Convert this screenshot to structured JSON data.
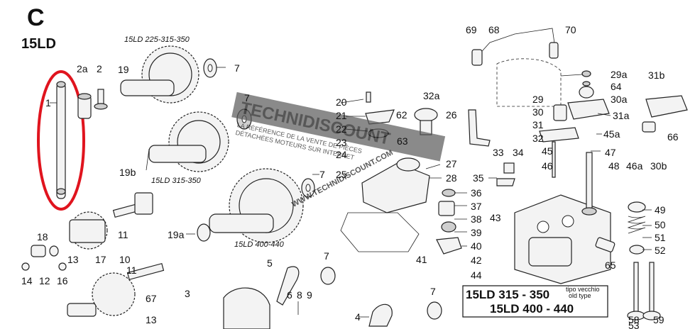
{
  "header": {
    "section_letter": "C",
    "model_code": "15LD"
  },
  "group_titles": {
    "g1": "15LD 225-315-350",
    "g2": "15LD 315-350",
    "g3": "15LD 400-440"
  },
  "watermark": {
    "brand": "TECHNIDISCOUNT",
    "line1": "LA RÉFÉRENCE DE LA VENTE DE PIÈCES",
    "line2": "DÉTACHÉES MOTEURS SUR INTERNET",
    "url": "WWW.TECHNIDISCOUNT.COM"
  },
  "version_box": {
    "line1": "15LD 315 - 350",
    "line2": "15LD 400 - 440",
    "note1": "tipo vecchio",
    "note2": "old type"
  },
  "labels": [
    {
      "id": "l1",
      "text": "1"
    },
    {
      "id": "l2a",
      "text": "2a"
    },
    {
      "id": "l2",
      "text": "2"
    },
    {
      "id": "l19",
      "text": "19"
    },
    {
      "id": "l7a",
      "text": "7"
    },
    {
      "id": "l7b",
      "text": "7"
    },
    {
      "id": "l19b",
      "text": "19b"
    },
    {
      "id": "l7c",
      "text": "7"
    },
    {
      "id": "l11a",
      "text": "11"
    },
    {
      "id": "l18",
      "text": "18"
    },
    {
      "id": "l19a",
      "text": "19a"
    },
    {
      "id": "l13a",
      "text": "13"
    },
    {
      "id": "l17",
      "text": "17"
    },
    {
      "id": "l10",
      "text": "10"
    },
    {
      "id": "l14",
      "text": "14"
    },
    {
      "id": "l12",
      "text": "12"
    },
    {
      "id": "l16",
      "text": "16"
    },
    {
      "id": "l11b",
      "text": "11"
    },
    {
      "id": "l67",
      "text": "67"
    },
    {
      "id": "l13b",
      "text": "13"
    },
    {
      "id": "l3",
      "text": "3"
    },
    {
      "id": "l7d",
      "text": "7"
    },
    {
      "id": "l5",
      "text": "5"
    },
    {
      "id": "l6",
      "text": "6"
    },
    {
      "id": "l8",
      "text": "8"
    },
    {
      "id": "l9",
      "text": "9"
    },
    {
      "id": "l4",
      "text": "4"
    },
    {
      "id": "l7e",
      "text": "7"
    },
    {
      "id": "l20",
      "text": "20"
    },
    {
      "id": "l21",
      "text": "21"
    },
    {
      "id": "l22",
      "text": "22"
    },
    {
      "id": "l23",
      "text": "23"
    },
    {
      "id": "l24",
      "text": "24"
    },
    {
      "id": "l25",
      "text": "25"
    },
    {
      "id": "l32a",
      "text": "32a"
    },
    {
      "id": "l62",
      "text": "62"
    },
    {
      "id": "l26",
      "text": "26"
    },
    {
      "id": "l63",
      "text": "63"
    },
    {
      "id": "l27",
      "text": "27"
    },
    {
      "id": "l28",
      "text": "28"
    },
    {
      "id": "l36",
      "text": "36"
    },
    {
      "id": "l37",
      "text": "37"
    },
    {
      "id": "l38",
      "text": "38"
    },
    {
      "id": "l39",
      "text": "39"
    },
    {
      "id": "l40",
      "text": "40"
    },
    {
      "id": "l41",
      "text": "41"
    },
    {
      "id": "l42",
      "text": "42"
    },
    {
      "id": "l43",
      "text": "43"
    },
    {
      "id": "l44",
      "text": "44"
    },
    {
      "id": "l33",
      "text": "33"
    },
    {
      "id": "l34",
      "text": "34"
    },
    {
      "id": "l35",
      "text": "35"
    },
    {
      "id": "l69",
      "text": "69"
    },
    {
      "id": "l68",
      "text": "68"
    },
    {
      "id": "l70",
      "text": "70"
    },
    {
      "id": "l29a",
      "text": "29a"
    },
    {
      "id": "l64",
      "text": "64"
    },
    {
      "id": "l29",
      "text": "29"
    },
    {
      "id": "l30a",
      "text": "30a"
    },
    {
      "id": "l30",
      "text": "30"
    },
    {
      "id": "l31a",
      "text": "31a"
    },
    {
      "id": "l31",
      "text": "31"
    },
    {
      "id": "l32",
      "text": "32"
    },
    {
      "id": "l45a",
      "text": "45a"
    },
    {
      "id": "l45",
      "text": "45"
    },
    {
      "id": "l47",
      "text": "47"
    },
    {
      "id": "l46",
      "text": "46"
    },
    {
      "id": "l48",
      "text": "48"
    },
    {
      "id": "l46a",
      "text": "46a"
    },
    {
      "id": "l30b",
      "text": "30b"
    },
    {
      "id": "l31b",
      "text": "31b"
    },
    {
      "id": "l66",
      "text": "66"
    },
    {
      "id": "l49",
      "text": "49"
    },
    {
      "id": "l50",
      "text": "50"
    },
    {
      "id": "l51",
      "text": "51"
    },
    {
      "id": "l52",
      "text": "52"
    },
    {
      "id": "l65",
      "text": "65"
    },
    {
      "id": "l53",
      "text": "53"
    },
    {
      "id": "l58",
      "text": "58"
    },
    {
      "id": "l59",
      "text": "59"
    }
  ],
  "highlight": {
    "color": "#e0141e"
  },
  "colors": {
    "line": "#222222",
    "watermark": "#5a5a5a",
    "accent": "#c0392b"
  }
}
